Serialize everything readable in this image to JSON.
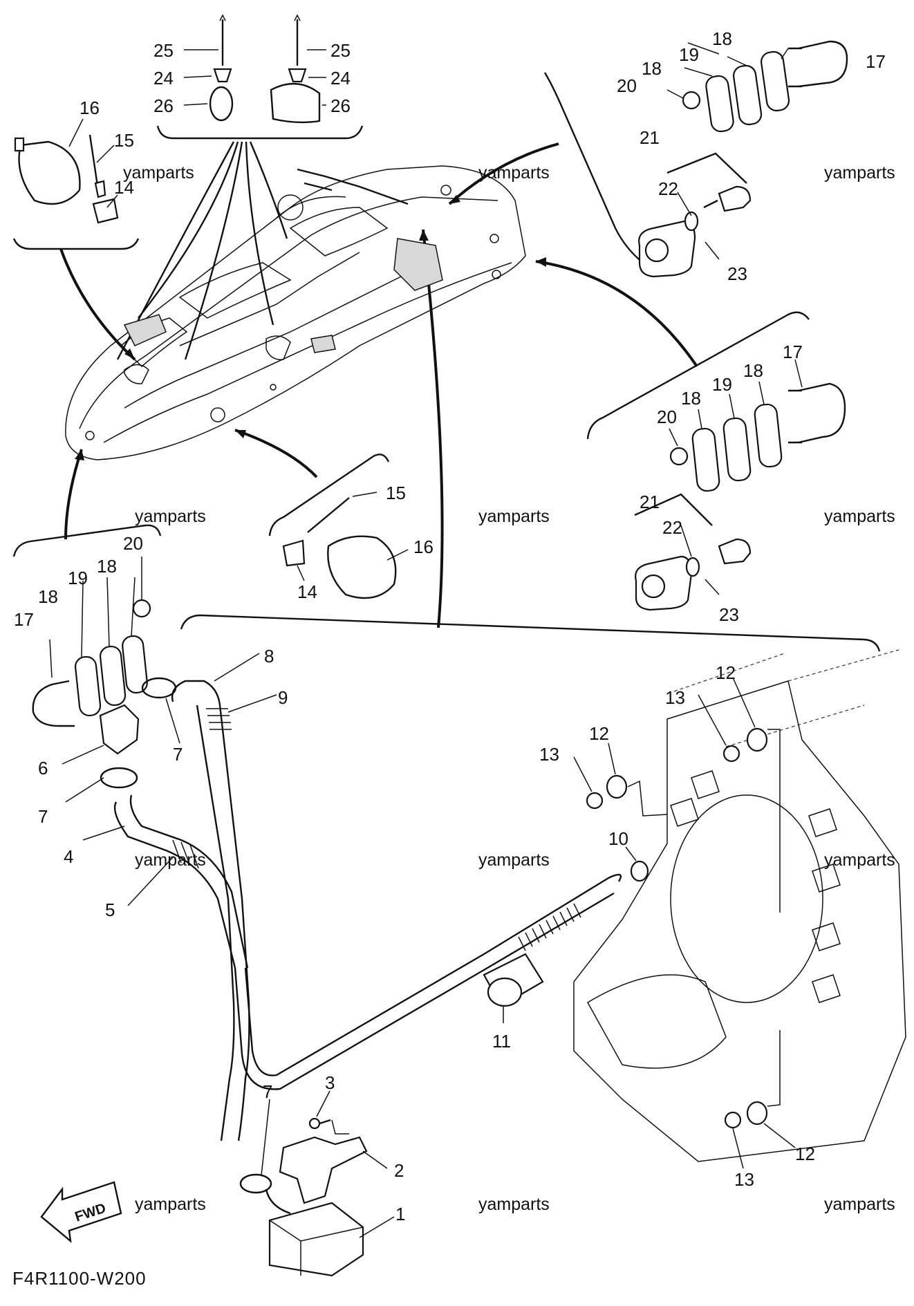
{
  "diagram": {
    "code": "F4R1100-W200",
    "fwd_label": "FWD",
    "watermark": "yamparts",
    "watermarks": [
      {
        "text": "yamparts"
      },
      {
        "text": "yamparts"
      },
      {
        "text": "yamparts"
      },
      {
        "text": "yamparts"
      },
      {
        "text": "yamparts"
      },
      {
        "text": "yamparts"
      },
      {
        "text": "yamparts"
      },
      {
        "text": "yamparts"
      },
      {
        "text": "yamparts"
      },
      {
        "text": "yamparts"
      },
      {
        "text": "yamparts"
      },
      {
        "text": "yamparts"
      }
    ],
    "callouts": [
      "25",
      "25",
      "24",
      "24",
      "26",
      "26",
      "16",
      "15",
      "14",
      "18",
      "19",
      "18",
      "20",
      "17",
      "21",
      "22",
      "23",
      "17",
      "18",
      "19",
      "18",
      "20",
      "21",
      "22",
      "23",
      "15",
      "16",
      "14",
      "20",
      "18",
      "19",
      "18",
      "17",
      "8",
      "9",
      "7",
      "6",
      "7",
      "4",
      "5",
      "12",
      "13",
      "12",
      "13",
      "10",
      "11",
      "3",
      "7",
      "2",
      "1",
      "12",
      "13"
    ]
  }
}
